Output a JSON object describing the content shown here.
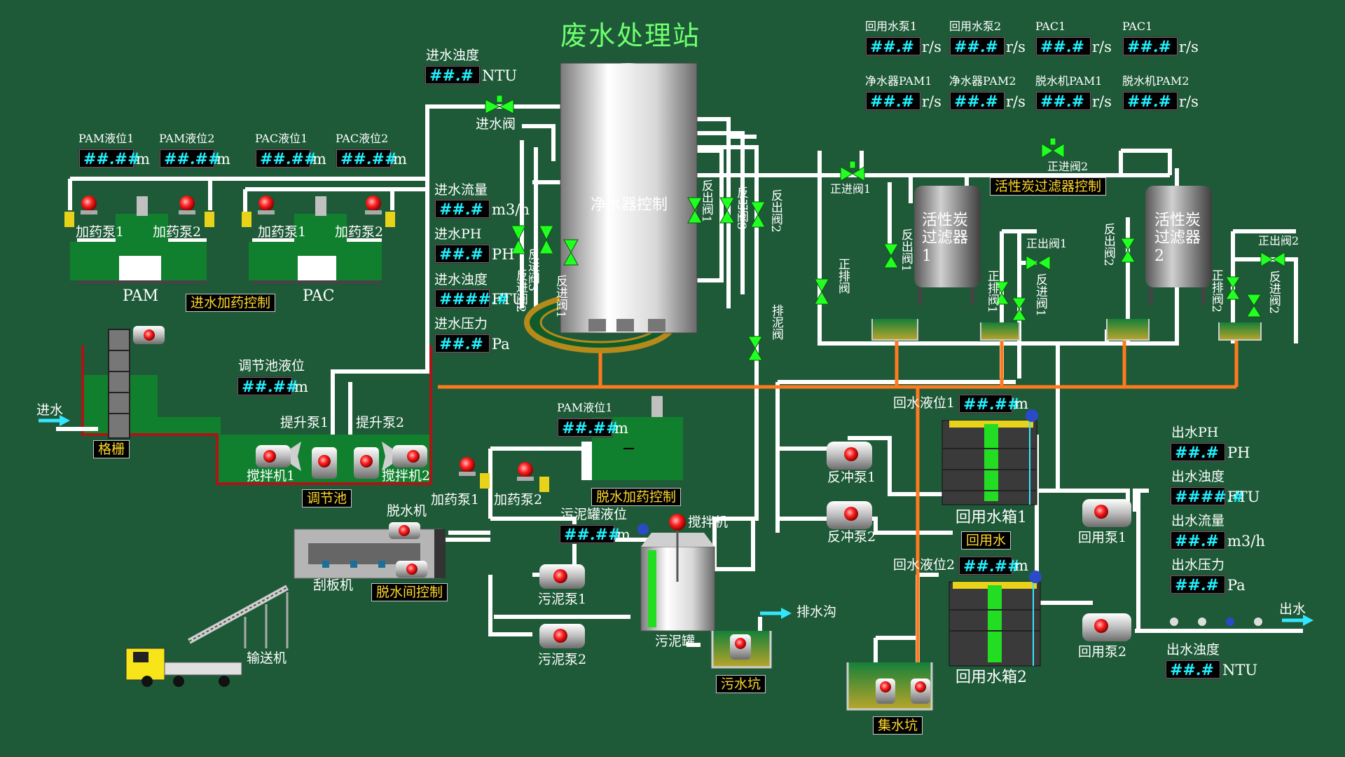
{
  "title": "废水处理站",
  "colors": {
    "background": "#1e5a38",
    "pipe": "#ffffff",
    "drain_pipe": "#ff7a1e",
    "valve": "#22ff22",
    "display_text": "#21f0ff",
    "control_tag_text": "#ffd92a",
    "title": "#6fff6f"
  },
  "displays": {
    "pam_level1": {
      "label": "PAM液位1",
      "value": "##.##",
      "unit": "m"
    },
    "pam_level2": {
      "label": "PAM液位2",
      "value": "##.##",
      "unit": "m"
    },
    "pac_level1": {
      "label": "PAC液位1",
      "value": "##.##",
      "unit": "m"
    },
    "pac_level2": {
      "label": "PAC液位2",
      "value": "##.##",
      "unit": "m"
    },
    "inlet_turbidity_ntu": {
      "label": "进水浊度",
      "value": "##.#",
      "unit": "NTU"
    },
    "inlet_flow": {
      "label": "进水流量",
      "value": "##.#",
      "unit": "m3/h"
    },
    "inlet_ph": {
      "label": "进水PH",
      "value": "##.#",
      "unit": "PH"
    },
    "inlet_turbidity_ftu": {
      "label": "进水浊度",
      "value": "####.#",
      "unit": "FTU"
    },
    "inlet_pressure": {
      "label": "进水压力",
      "value": "##.#",
      "unit": "Pa"
    },
    "regulating_tank_level": {
      "label": "调节池液位",
      "value": "##.##",
      "unit": "m"
    },
    "pam_level1_dewater": {
      "label": "PAM液位1",
      "value": "##.##",
      "unit": "m"
    },
    "sludge_tank_level": {
      "label": "污泥罐液位",
      "value": "##.##",
      "unit": "m"
    },
    "reuse_level1": {
      "label": "回水液位1",
      "value": "##.##",
      "unit": "m"
    },
    "reuse_level2": {
      "label": "回水液位2",
      "value": "##.##",
      "unit": "m"
    },
    "outlet_ph": {
      "label": "出水PH",
      "value": "##.#",
      "unit": "PH"
    },
    "outlet_turbidity_ftu": {
      "label": "出水浊度",
      "value": "####.#",
      "unit": "FTU"
    },
    "outlet_flow": {
      "label": "出水流量",
      "value": "##.#",
      "unit": "m3/h"
    },
    "outlet_pressure": {
      "label": "出水压力",
      "value": "##.#",
      "unit": "Pa"
    },
    "outlet_turbidity_ntu": {
      "label": "出水浊度",
      "value": "##.#",
      "unit": "NTU"
    },
    "reuse_pump1_speed": {
      "label": "回用水泵1",
      "value": "##.#",
      "unit": "r/s"
    },
    "reuse_pump2_speed": {
      "label": "回用水泵2",
      "value": "##.#",
      "unit": "r/s"
    },
    "pac1_speed_a": {
      "label": "PAC1",
      "value": "##.#",
      "unit": "r/s"
    },
    "pac1_speed_b": {
      "label": "PAC1",
      "value": "##.#",
      "unit": "r/s"
    },
    "purifier_pam1_speed": {
      "label": "净水器PAM1",
      "value": "##.#",
      "unit": "r/s"
    },
    "purifier_pam2_speed": {
      "label": "净水器PAM2",
      "value": "##.#",
      "unit": "r/s"
    },
    "dewater_pam1_speed": {
      "label": "脱水机PAM1",
      "value": "##.#",
      "unit": "r/s"
    },
    "dewater_pam2_speed": {
      "label": "脱水机PAM2",
      "value": "##.#",
      "unit": "r/s"
    }
  },
  "control_tags": {
    "inlet_dosing": "进水加药控制",
    "carbon_filter": "活性炭过滤器控制",
    "dewater_dosing": "脱水加药控制",
    "dewater_room": "脱水间控制",
    "grille": "格栅",
    "regulating_tank": "调节池",
    "sludge_pit": "污水坑",
    "reuse_water": "回用水",
    "collection_pit": "集水坑"
  },
  "labels": {
    "inlet_valve": "进水阀",
    "purifier_control": "净水器控制",
    "dosing_pump1": "加药泵1",
    "dosing_pump2": "加药泵2",
    "pam": "PAM",
    "pac": "PAC",
    "inlet": "进水",
    "lift_pump1": "提升泵1",
    "lift_pump2": "提升泵2",
    "mixer1": "搅拌机1",
    "mixer2": "搅拌机2",
    "dewater_machine": "脱水机",
    "scraper": "刮板机",
    "conveyor": "输送机",
    "mixer": "搅拌机",
    "sludge_pump1": "污泥泵1",
    "sludge_pump2": "污泥泵2",
    "sludge_tank": "污泥罐",
    "drain_ditch": "排水沟",
    "backwash_pump1": "反冲泵1",
    "backwash_pump2": "反冲泵2",
    "reuse_tank1": "回用水箱1",
    "reuse_tank2": "回用水箱2",
    "reuse_pump1": "回用泵1",
    "reuse_pump2": "回用泵2",
    "outlet": "出水",
    "carbon_filter1": "活性炭过滤器1",
    "carbon_filter2": "活性炭过滤器2",
    "forward_in_valve1": "正进阀1",
    "forward_in_valve2": "正进阀2",
    "forward_out_valve1": "正出阀1",
    "forward_out_valve2": "正出阀2",
    "sludge_discharge_valve": "排泥阀",
    "back_out_valve1": "反出阀1",
    "back_out_valve2": "反出阀2",
    "back_out_valve3": "反出阀3",
    "back_in_valve1": "反进阀1",
    "back_in_valve2": "反进阀2",
    "back_in_valve3": "反进阀3",
    "forward_drain_valve": "正排阀",
    "cf1_back_out": "反出阀1",
    "cf1_forward_drain": "正排阀1",
    "cf1_back_in": "反进阀1",
    "cf2_back_out": "反出阀2",
    "cf2_forward_drain": "正排阀2",
    "cf2_back_in": "反进阀2"
  }
}
